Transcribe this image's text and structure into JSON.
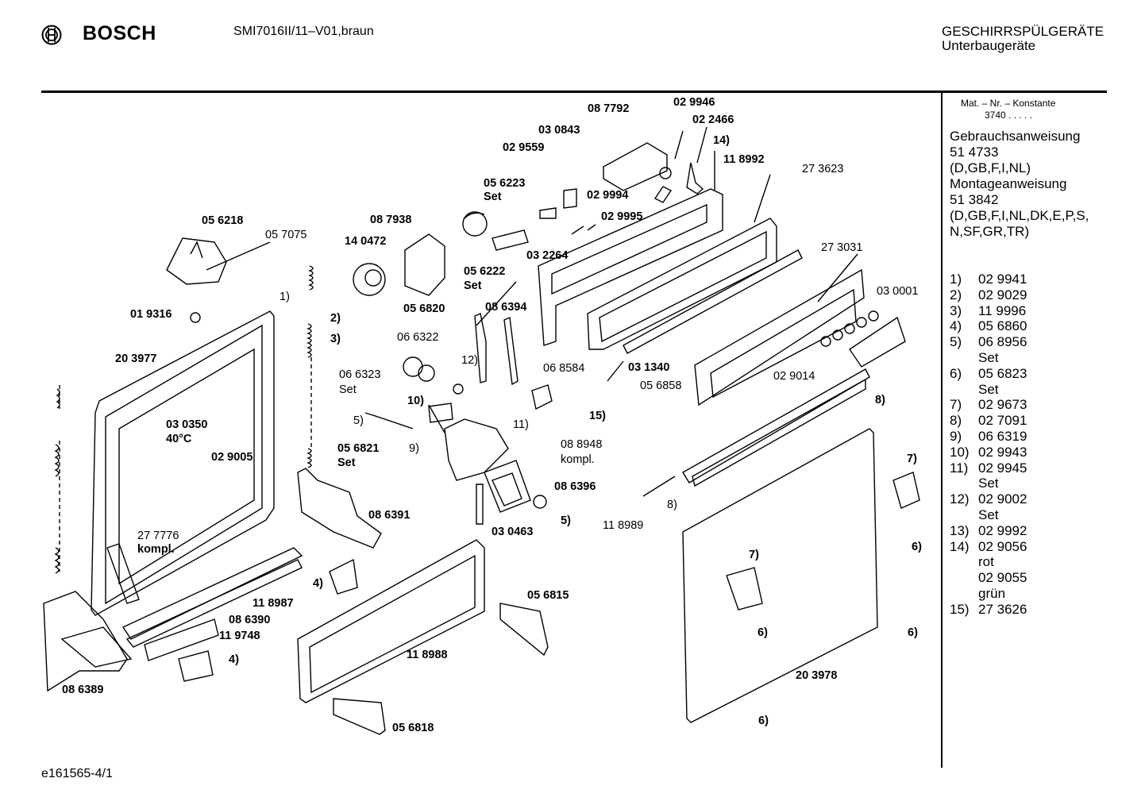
{
  "header": {
    "brand": "BOSCH",
    "model": "SMI7016II/11–V01,braun",
    "category_line1": "GESCHIRRSPÜLGERÄTE",
    "category_line2": "Unterbaugeräte"
  },
  "sidebar": {
    "mat_label": "Mat. – Nr. – Konstante",
    "mat_value": "3740 . . . . .",
    "manual_title": "Gebrauchsanweisung",
    "manual_number": "51 4733",
    "manual_langs": "(D,GB,F,I,NL)",
    "assembly_title": "Montageanweisung",
    "assembly_number": "51 3842",
    "assembly_langs_1": "(D,GB,F,I,NL,DK,E,P,S,",
    "assembly_langs_2": "N,SF,GR,TR)"
  },
  "legend": [
    {
      "num": "1)",
      "part": "02 9941"
    },
    {
      "num": "2)",
      "part": "02 9029"
    },
    {
      "num": "3)",
      "part": "11 9996"
    },
    {
      "num": "4)",
      "part": "05 6860"
    },
    {
      "num": "5)",
      "part": "06 8956"
    },
    {
      "num": "",
      "part": "Set"
    },
    {
      "num": "6)",
      "part": "05 6823"
    },
    {
      "num": "",
      "part": "Set"
    },
    {
      "num": "7)",
      "part": "02 9673"
    },
    {
      "num": "8)",
      "part": "02 7091"
    },
    {
      "num": "9)",
      "part": "06 6319"
    },
    {
      "num": "10)",
      "part": "02 9943"
    },
    {
      "num": "11)",
      "part": "02 9945"
    },
    {
      "num": "",
      "part": "Set"
    },
    {
      "num": "12)",
      "part": "02 9002"
    },
    {
      "num": "",
      "part": "Set"
    },
    {
      "num": "13)",
      "part": "02 9992"
    },
    {
      "num": "14)",
      "part": "02 9056"
    },
    {
      "num": "",
      "part": "rot"
    },
    {
      "num": "",
      "part": "02 9055"
    },
    {
      "num": "",
      "part": "grün"
    },
    {
      "num": "15)",
      "part": "27 3626"
    }
  ],
  "labels": {
    "l01": "08 7792",
    "l02": "02 9946",
    "l03": "03 0843",
    "l04": "02 2466",
    "l05": "02 9559",
    "l06": "14)",
    "l07": "11 8992",
    "l08": "27 3623",
    "l09": "05 6223",
    "l10": "Set",
    "l11": "02 9994",
    "l12": "08 7938",
    "l13": "02 9995",
    "l14": "05 6218",
    "l15": "05 7075",
    "l16": "14 0472",
    "l17": "03 2264",
    "l18": "05 6222",
    "l19": "Set",
    "l20": "27 3031",
    "l21": "1)",
    "l22": "03 0001",
    "l23": "01 9316",
    "l24": "2)",
    "l25": "05 6820",
    "l26": "08 6394",
    "l27": "3)",
    "l28": "06 6322",
    "l29": "20 3977",
    "l30": "12)",
    "l31": "06 6323",
    "l32": "Set",
    "l33": "03 1340",
    "l34": "05 6858",
    "l35": "02 9014",
    "l36": "06 8584",
    "l37": "03 0350",
    "l38": "40°C",
    "l39": "10)",
    "l40": "8)",
    "l41": "5)",
    "l42": "11)",
    "l43": "15)",
    "l44": "02 9005",
    "l45": "05 6821",
    "l46": "Set",
    "l47": "9)",
    "l48": "08 8948",
    "l49": "kompl.",
    "l50": "7)",
    "l51": "08 6396",
    "l52": "8)",
    "l53": "08 6391",
    "l54": "5)",
    "l55": "03 0463",
    "l56": "11 8989",
    "l57": "6)",
    "l58": "27 7776",
    "l59": "kompl.",
    "l60": "4)",
    "l61": "05 6815",
    "l62": "7)",
    "l63": "11 8987",
    "l64": "08 6390",
    "l65": "11 9748",
    "l66": "6)",
    "l67": "6)",
    "l68": "4)",
    "l69": "11 8988",
    "l70": "20 3978",
    "l71": "08 6389",
    "l72": "05 6818",
    "l73": "6)"
  },
  "footer": {
    "code": "e161565-4/1"
  }
}
